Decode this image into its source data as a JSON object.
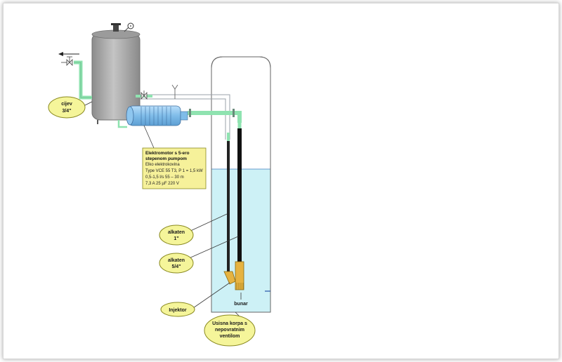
{
  "labels": {
    "cijev_1": "cijev",
    "cijev_2": "3/4\"",
    "alkaten1_1": "alkaten",
    "alkaten1_2": "1\"",
    "alkaten2_1": "alkaten",
    "alkaten2_2": "5/4\"",
    "injektor": "Injektor",
    "bunar": "bunar",
    "usisna_1": "Usisna korpa s",
    "usisna_2": "nepovratnim",
    "usisna_3": "ventilom"
  },
  "motor_note": {
    "line1": "Elektromotor s 5-ero",
    "line2": "stepenom pumpom",
    "line3": "Elko elektrokovina",
    "line4": "Type VCE 55 T3,    P 1 = 1,5 kW",
    "line5": "0,5-1,5 l/s      55 – 30 m",
    "line6": "7,3 A   25 µF  220 V"
  },
  "colors": {
    "tank": "#a8a8a8",
    "pipe": "#8fe3b0",
    "water": "#cdf1f6",
    "motor": "#8ec6ef",
    "callout": "#f5f59a",
    "note": "#f6f19a"
  }
}
